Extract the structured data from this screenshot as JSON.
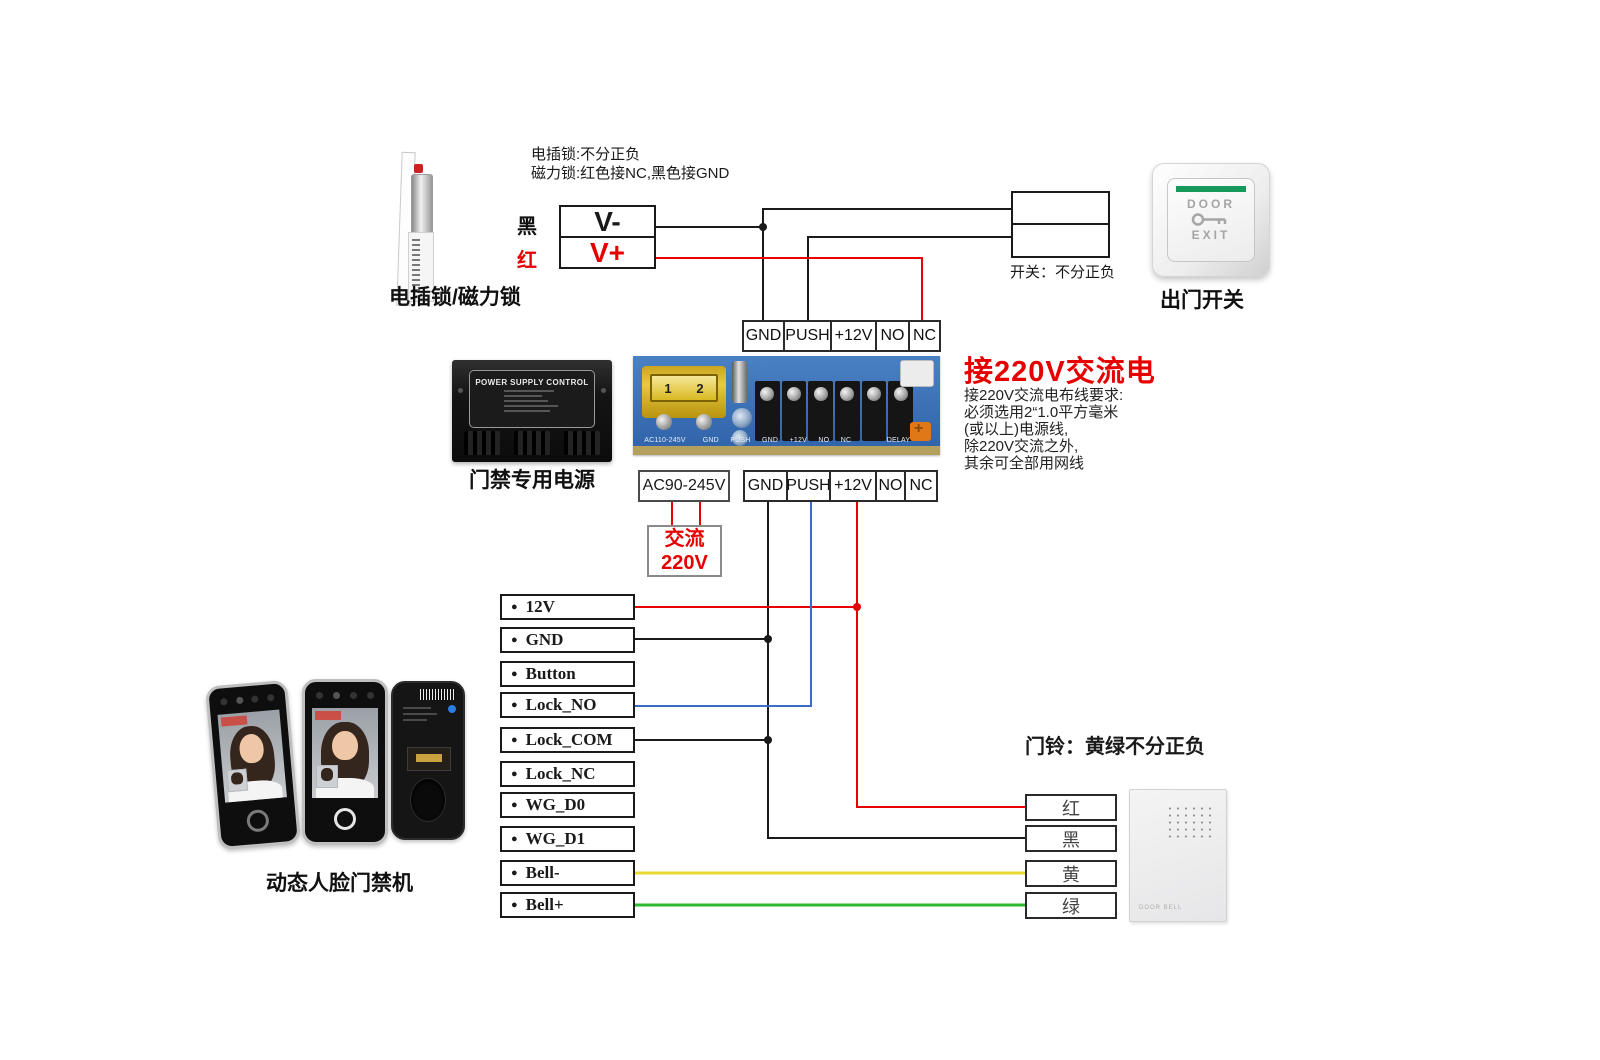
{
  "colors": {
    "wire_black": "#1a1a1a",
    "wire_red": "#e60000",
    "wire_blue": "#3a6bc9",
    "wire_yellow": "#e8d930",
    "wire_green": "#2eb82e",
    "accent_red": "#e60000",
    "button_green": "#17995c",
    "pcb_blue": "#3a72b8"
  },
  "lock": {
    "label": "电插锁/磁力锁",
    "note_line1": "电插锁:不分正负",
    "note_line2": "磁力锁:红色接NC,黑色接GND",
    "wire_black_label": "黑",
    "wire_red_label": "红",
    "v_minus": "V-",
    "v_plus": "V+"
  },
  "exit_switch": {
    "label": "出门开关",
    "note": "开关：不分正负",
    "button_word_top": "DOOR",
    "button_word_bottom": "EXIT"
  },
  "controller": {
    "strip_top": [
      "GND",
      "PUSH",
      "+12V",
      "NO",
      "NC"
    ],
    "strip_bottom": [
      "GND",
      "PUSH",
      "+12V",
      "NO",
      "NC"
    ],
    "ac_input": "AC90-245V",
    "pcb_silkscreen": {
      "left": "AC110-245V",
      "terminals": [
        "GND",
        "PUSH",
        "GND",
        "+12V",
        "NO",
        "NC"
      ],
      "right": "DELAY",
      "fuse": [
        "1",
        "2"
      ]
    }
  },
  "psu": {
    "label": "门禁专用电源",
    "plate_title": "POWER SUPPLY CONTROL"
  },
  "ac220_box": {
    "line1": "交流",
    "line2": "220V"
  },
  "power_note": {
    "heading": "接220V交流电",
    "lines": [
      "接220V交流电布线要求:",
      "必须选用2“1.0平方毫米",
      "(或以上)电源线,",
      "除220V交流之外,",
      "其余可全部用网线"
    ]
  },
  "face_device": {
    "label": "动态人脸门禁机"
  },
  "device_terminals": {
    "bullet": "●",
    "items": [
      "12V",
      "GND",
      "Button",
      "Lock_NO",
      "Lock_COM",
      "Lock_NC",
      "WG_D0",
      "WG_D1",
      "Bell-",
      "Bell+"
    ]
  },
  "doorbell": {
    "heading": "门铃：黄绿不分正负",
    "wires": [
      "红",
      "黑",
      "黄",
      "绿"
    ],
    "device_text": "DOOR BELL"
  }
}
